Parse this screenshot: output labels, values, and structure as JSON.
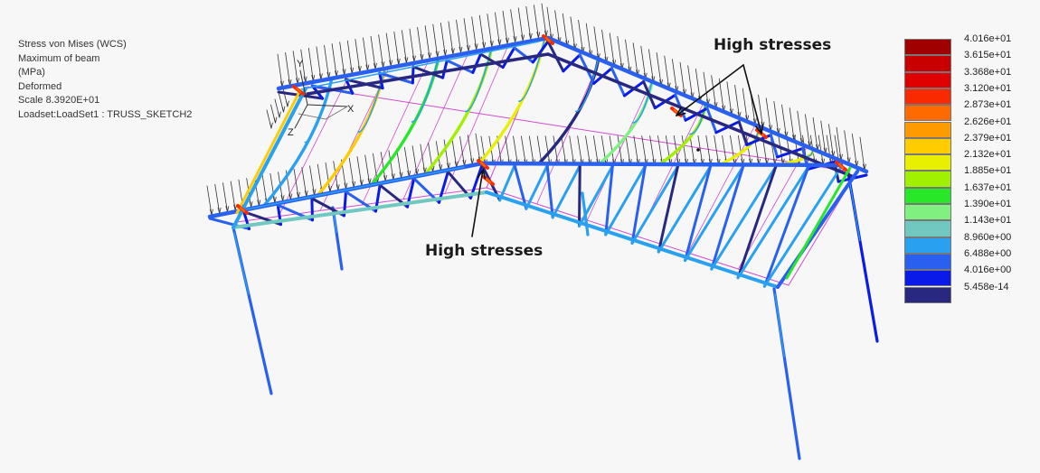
{
  "result_info": {
    "line1": "Stress von Mises (WCS)",
    "line2": "Maximum of beam",
    "line3": "(MPa)",
    "line4": "Deformed",
    "line5": "Scale  8.3920E+01",
    "line6": "Loadset:LoadSet1 :  TRUSS_SKETCH2"
  },
  "annotations": {
    "top_label": "High stresses",
    "bottom_label": "High stresses"
  },
  "legend": {
    "levels": [
      "4.016e+01",
      "3.615e+01",
      "3.368e+01",
      "3.120e+01",
      "2.873e+01",
      "2.626e+01",
      "2.379e+01",
      "2.132e+01",
      "1.885e+01",
      "1.637e+01",
      "1.390e+01",
      "1.143e+01",
      "8.960e+00",
      "6.488e+00",
      "4.016e+00",
      "5.458e-14"
    ],
    "colors": [
      "#a00000",
      "#c80000",
      "#e00000",
      "#fa2a00",
      "#ff6a00",
      "#ff9a00",
      "#ffcc00",
      "#e8f000",
      "#a0f000",
      "#28e628",
      "#80f080",
      "#70c8c0",
      "#2aa0f0",
      "#2a60f0",
      "#0a1ae8",
      "#282880"
    ]
  },
  "triad": {
    "y_label": "Y",
    "x_label": "X",
    "z_label": "Z"
  }
}
